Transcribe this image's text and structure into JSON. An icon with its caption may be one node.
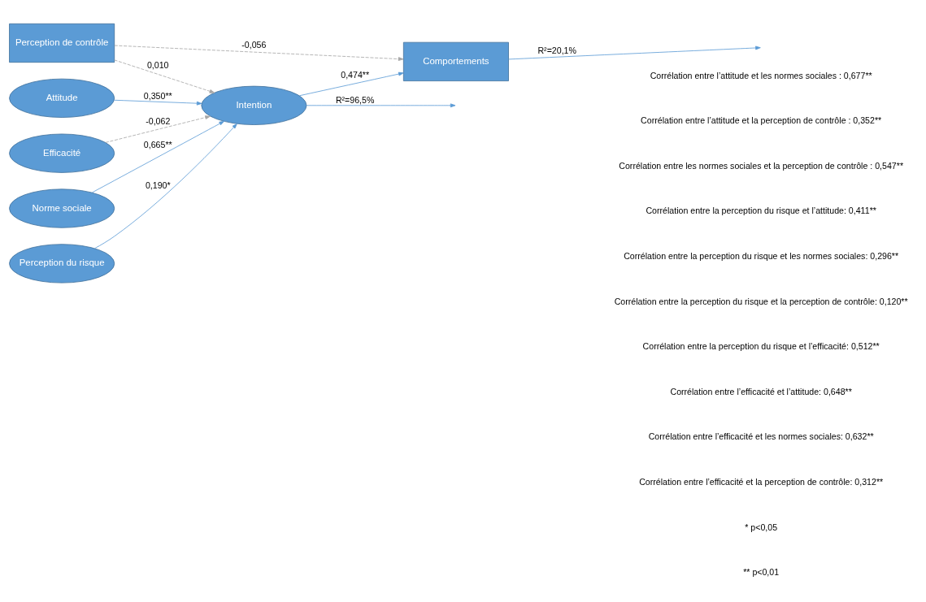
{
  "diagram": {
    "nodes": [
      {
        "text": [
          "Attitude"
        ]
      },
      {
        "text": [
          "Norme sociale"
        ]
      },
      {
        "text": [
          "Perception de contrôle"
        ]
      },
      {
        "text": [
          "Perception du risque"
        ]
      },
      {
        "text": [
          "Efficacité"
        ]
      },
      {
        "text": [
          "Intention"
        ]
      },
      {
        "text": [
          "Comportements"
        ]
      }
    ],
    "edges": [
      {
        "from": 0,
        "to": 5,
        "arrow": "to",
        "label": "0,350**"
      },
      {
        "from": 1,
        "to": 5,
        "arrow": "to",
        "label": "0,665**"
      },
      {
        "from": 2,
        "to": 5,
        "arrow": "to",
        "label": "0,010",
        "style": "dashed",
        "color": "#a6a6a6"
      },
      {
        "from": 3,
        "to": 5,
        "arrow": "to",
        "label": "0,190*"
      },
      {
        "from": 4,
        "to": 5,
        "arrow": "to",
        "label": "-0,062",
        "style": "dashed",
        "color": "#a6a6a6"
      },
      {
        "from": 5,
        "to": 6,
        "arrow": "to",
        "label": "0,474**"
      },
      {
        "from": 2,
        "to": 6,
        "arrow": "to",
        "label": "-0,056",
        "style": "dashed",
        "color": "#a6a6a6"
      },
      {
        "from": 5,
        "to": null,
        "arrow": "to",
        "label": "R²=96,5%"
      },
      {
        "from": 6,
        "to": null,
        "arrow": "to",
        "label": "R²=20,1%"
      }
    ],
    "labels": [
      "Corrélation entre l’attitude et les normes sociales : 0,677**",
      "Corrélation entre l’attitude et la perception de contrôle : 0,352**",
      "Corrélation entre les normes sociales et la perception de contrôle : 0,547**",
      "Corrélation entre la perception du risque et l’attitude: 0,411**",
      "Corrélation entre la perception du risque et les normes sociales: 0,296**",
      "Corrélation entre la perception du risque et la perception de contrôle: 0,120**",
      "Corrélation entre la perception du risque et l’efficacité: 0,512**",
      "Corrélation entre l’efficacité et l’attitude: 0,648**",
      "Corrélation entre l’efficacité et les normes sociales: 0,632**",
      "Corrélation entre l’efficacité et la perception de contrôle: 0,312**",
      "* p<0,05",
      "** p<0,01"
    ]
  }
}
